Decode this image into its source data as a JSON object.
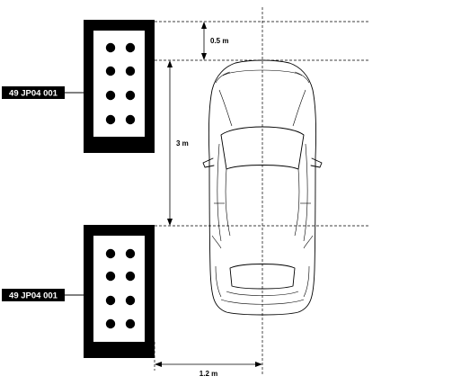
{
  "diagram": {
    "target_label_top": "49 JP04 001",
    "target_label_bottom": "49 JP04 001",
    "dim_top_gap": "0.5 m",
    "dim_vertical": "3 m",
    "dim_horizontal": "1.2 m"
  }
}
